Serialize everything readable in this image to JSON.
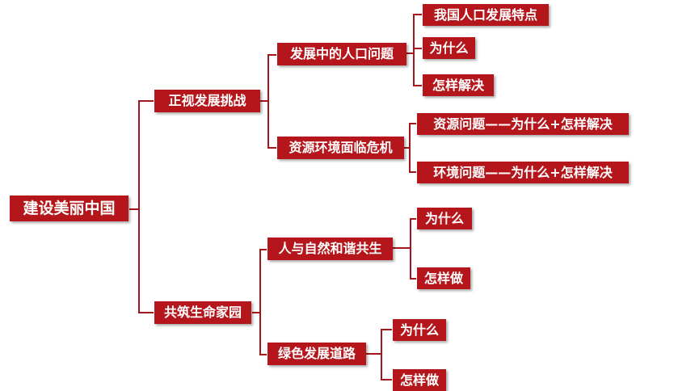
{
  "colors": {
    "box": "#b4161b",
    "line": "#a5161c",
    "text": "#ffffff"
  },
  "root": {
    "label": "建设美丽中国"
  },
  "challenge": {
    "label": "正视发展挑战",
    "population": {
      "label": "发展中的人口问题",
      "items": [
        "我国人口发展特点",
        "为什么",
        "怎样解决"
      ]
    },
    "resource": {
      "label": "资源环境面临危机",
      "items": [
        "资源问题——为什么+怎样解决",
        "环境问题——为什么+怎样解决"
      ]
    }
  },
  "home": {
    "label": "共筑生命家园",
    "harmony": {
      "label": "人与自然和谐共生",
      "items": [
        "为什么",
        "怎样做"
      ]
    },
    "green": {
      "label": "绿色发展道路",
      "items": [
        "为什么",
        "怎样做"
      ]
    }
  }
}
